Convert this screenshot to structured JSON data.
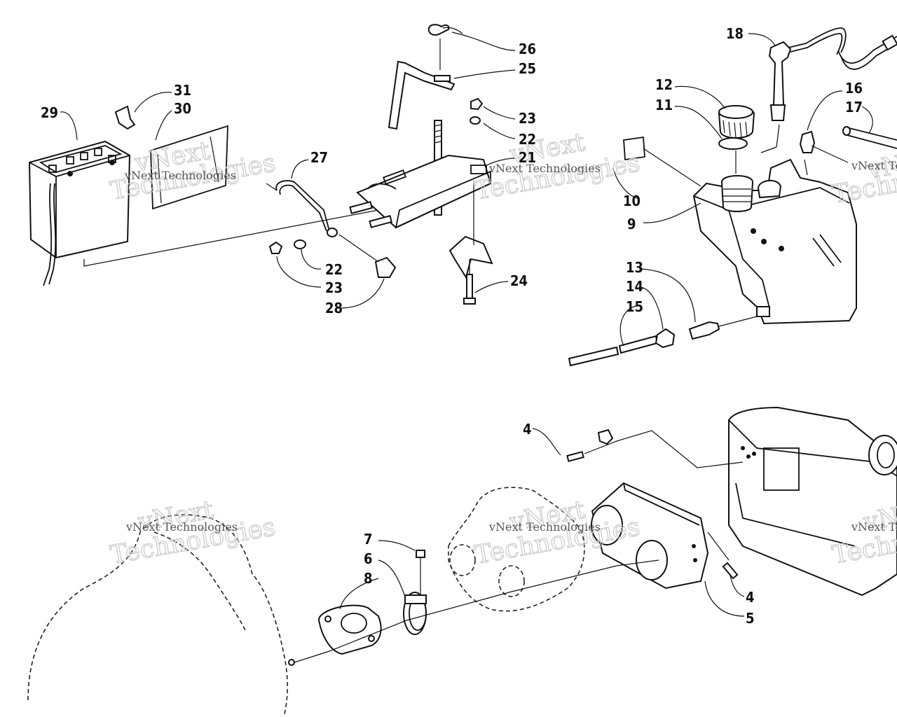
{
  "watermark": {
    "line1": "vNext",
    "line2": "Technologies",
    "small": "vNext Technologies"
  },
  "callouts": {
    "c4a": "4",
    "c4b": "4",
    "c5": "5",
    "c6": "6",
    "c7": "7",
    "c8": "8",
    "c9": "9",
    "c10": "10",
    "c11": "11",
    "c12": "12",
    "c13": "13",
    "c14": "14",
    "c15": "15",
    "c16": "16",
    "c17": "17",
    "c18": "18",
    "c21": "21",
    "c22a": "22",
    "c22b": "22",
    "c23a": "23",
    "c23b": "23",
    "c24": "24",
    "c25": "25",
    "c26": "26",
    "c27": "27",
    "c28": "28",
    "c29": "29",
    "c30": "30",
    "c31": "31"
  }
}
